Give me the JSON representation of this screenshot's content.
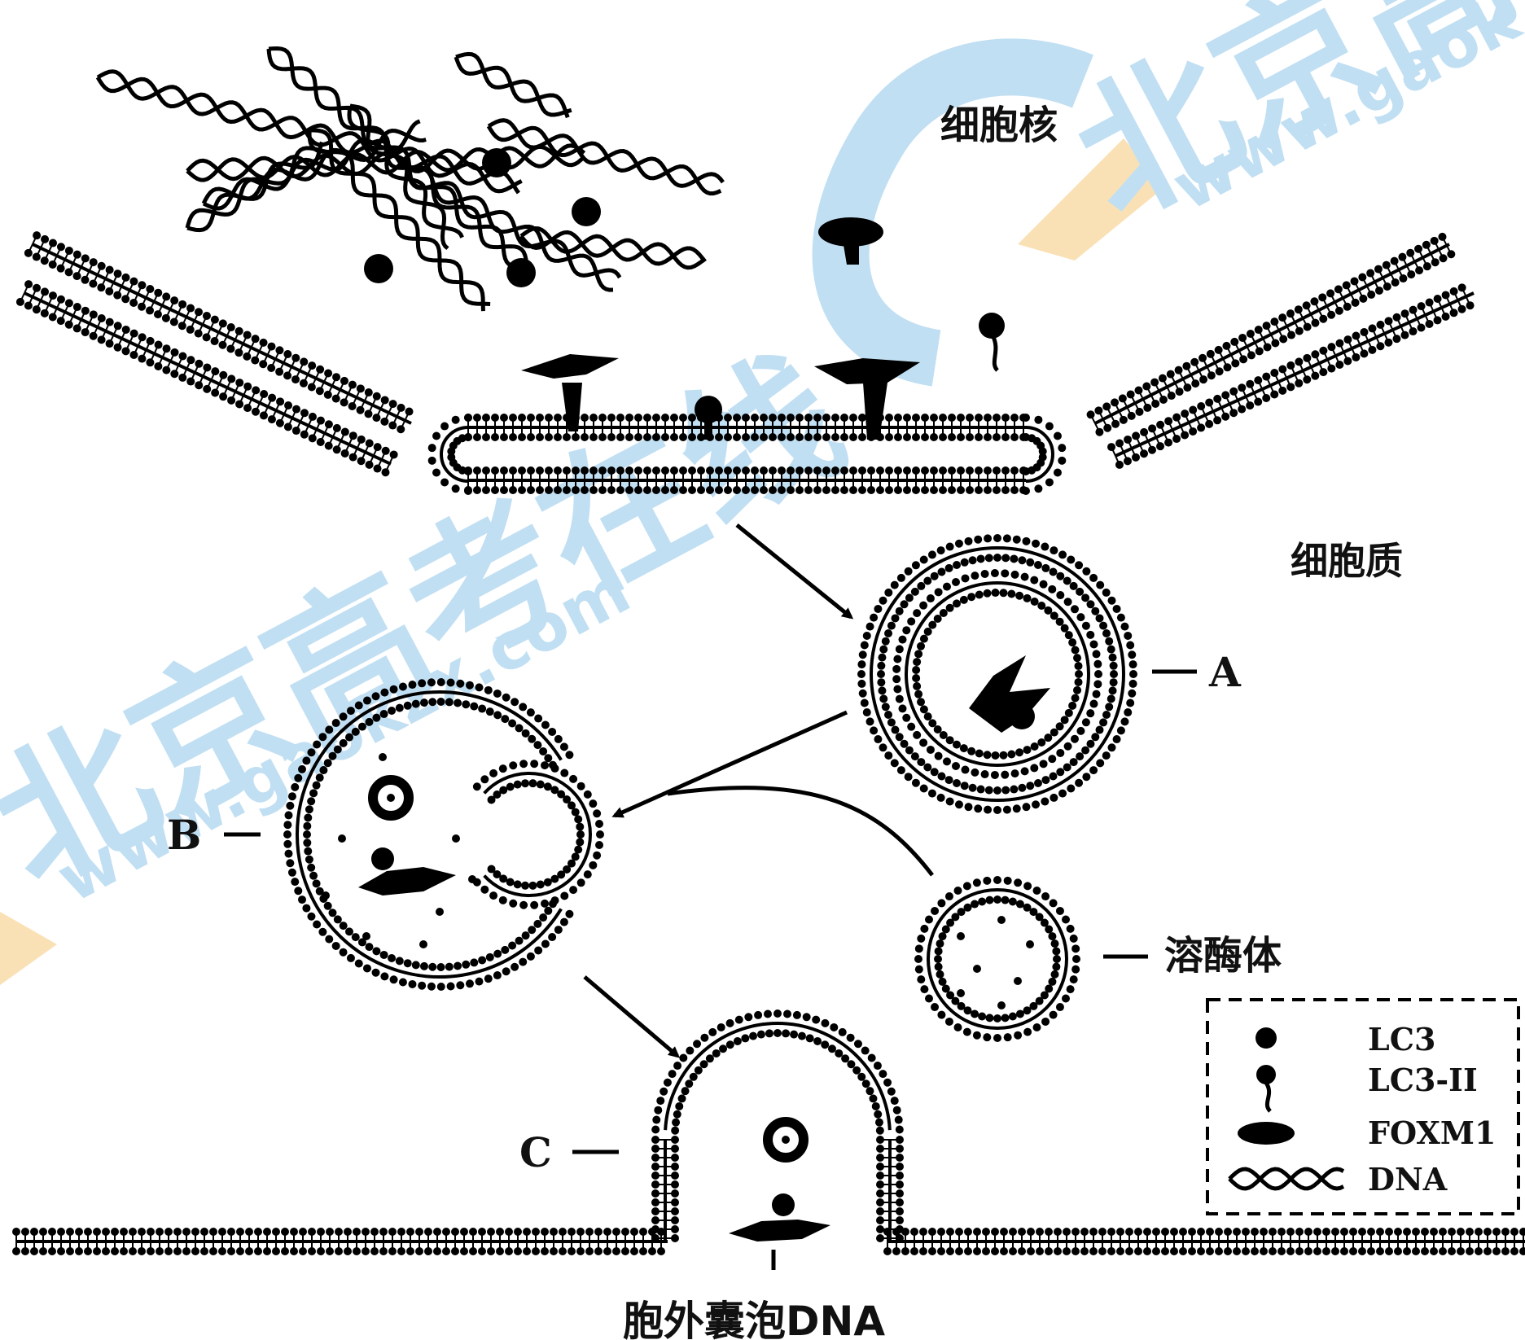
{
  "labels": {
    "nucleus": "细胞核",
    "cytoplasm": "细胞质",
    "A": "A",
    "B": "B",
    "C": "C",
    "lysosome": "溶酶体",
    "exosome_dna": "胞外囊泡DNA"
  },
  "legend": {
    "items": [
      {
        "symbol": "lc3-dot-icon",
        "label": "LC3"
      },
      {
        "symbol": "lc3-ii-icon",
        "label": "LC3-II"
      },
      {
        "symbol": "foxm1-ellipse-icon",
        "label": "FOXM1"
      },
      {
        "symbol": "dna-helix-icon",
        "label": "DNA"
      }
    ]
  },
  "watermark": {
    "cn": "北京高考在线",
    "url": "www.gaokzx.com",
    "url_top": "www.gaok",
    "cn_top": "北京高",
    "color": "#8ec5ea"
  }
}
